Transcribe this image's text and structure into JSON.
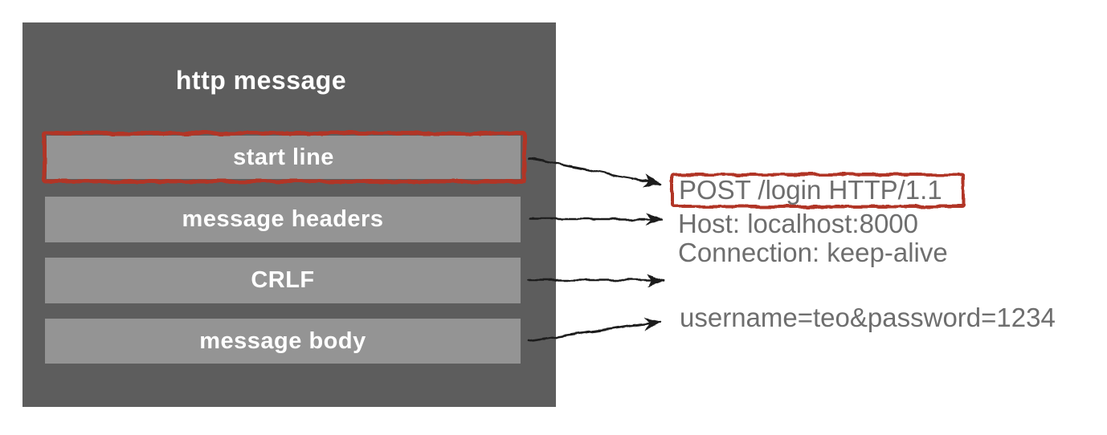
{
  "diagram": {
    "title": "http message",
    "layers": [
      {
        "label": "start line",
        "highlighted": true
      },
      {
        "label": "message headers",
        "highlighted": false
      },
      {
        "label": "CRLF",
        "highlighted": false
      },
      {
        "label": "message body",
        "highlighted": false
      }
    ],
    "example": {
      "request_line": "POST /login HTTP/1.1",
      "headers": [
        "Host: localhost:8000",
        "Connection: keep-alive"
      ],
      "body": "username=teo&password=1234"
    },
    "arrows": [
      {
        "from": "start line",
        "to": "request line"
      },
      {
        "from": "message headers",
        "to": "headers"
      },
      {
        "from": "CRLF",
        "to": "blank line"
      },
      {
        "from": "message body",
        "to": "body"
      }
    ],
    "colors": {
      "panel_background": "#5d5d5d",
      "layer_background": "#949494",
      "highlight_red": "#b13425",
      "example_text_gray": "#6e6e6e",
      "arrow_black": "#1a1a1a",
      "label_white": "#ffffff"
    }
  }
}
